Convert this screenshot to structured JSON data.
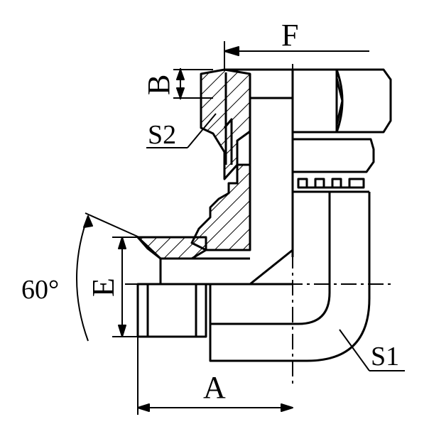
{
  "labels": {
    "F": "F",
    "B": "B",
    "S2": "S2",
    "angle": "60°",
    "E": "E",
    "A": "A",
    "S1": "S1"
  },
  "colors": {
    "stroke": "#000000",
    "background": "#ffffff"
  }
}
